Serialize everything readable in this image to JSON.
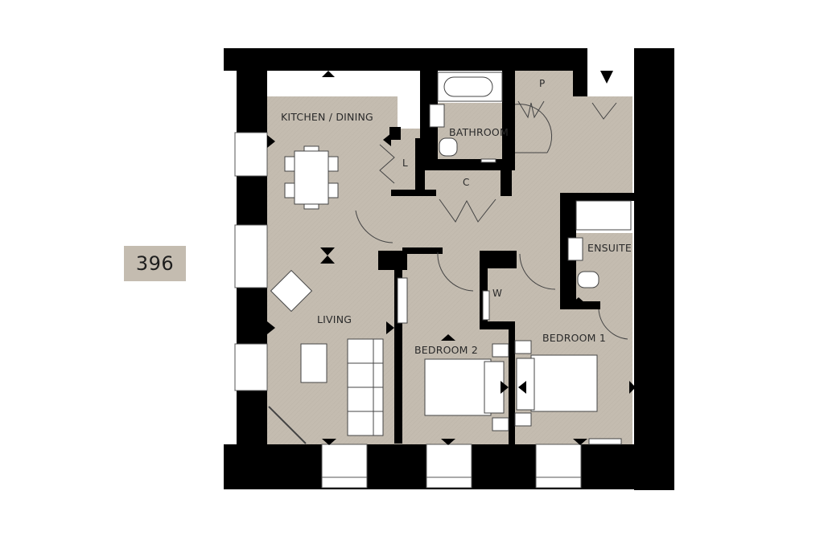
{
  "unit": {
    "number": "396",
    "badge_color": "#c4bcb0"
  },
  "colors": {
    "floor": "#c4bcb0",
    "wall": "#000000",
    "fixture": "#ffffff"
  },
  "rooms": {
    "kitchen_dining": "KITCHEN / DINING",
    "bathroom": "BATHROOM",
    "pantry": "P",
    "linen": "L",
    "cupboard": "C",
    "ensuite": "ENSUITE",
    "wardrobe": "W",
    "living": "LIVING",
    "bedroom2": "BEDROOM 2",
    "bedroom1": "BEDROOM 1"
  },
  "entrance_marker": "entrance-arrow"
}
